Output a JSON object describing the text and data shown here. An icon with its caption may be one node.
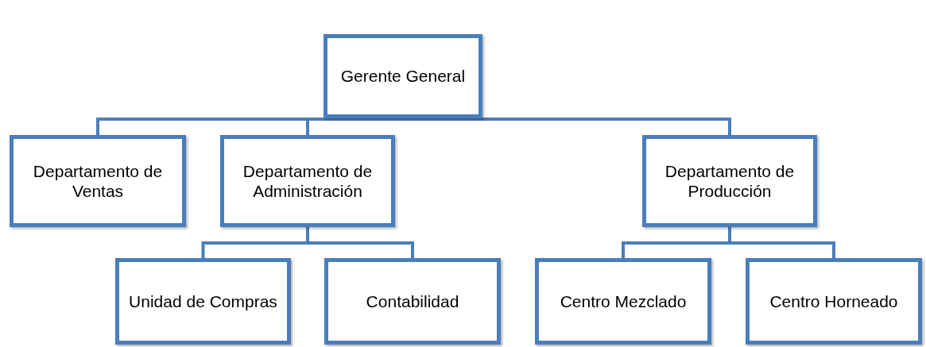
{
  "diagram": {
    "nodes": [
      {
        "text": [
          "Gerente General"
        ]
      },
      {
        "text": [
          "Departamento de Ventas"
        ]
      },
      {
        "text": [
          "Departamento de Administración"
        ]
      },
      {
        "text": [
          "Departamento de Producción"
        ]
      },
      {
        "text": [
          "Unidad de Compras"
        ]
      },
      {
        "text": [
          "Contabilidad"
        ]
      },
      {
        "text": [
          "Centro Mezclado"
        ]
      },
      {
        "text": [
          "Centro Horneado"
        ]
      }
    ],
    "edges": [
      {
        "from": 0,
        "to": 1,
        "arrow": "none"
      },
      {
        "from": 0,
        "to": 2,
        "arrow": "none"
      },
      {
        "from": 0,
        "to": 3,
        "arrow": "none"
      },
      {
        "from": 2,
        "to": 4,
        "arrow": "none"
      },
      {
        "from": 2,
        "to": 5,
        "arrow": "none"
      },
      {
        "from": 3,
        "to": 6,
        "arrow": "none"
      },
      {
        "from": 3,
        "to": 7,
        "arrow": "none"
      }
    ]
  }
}
